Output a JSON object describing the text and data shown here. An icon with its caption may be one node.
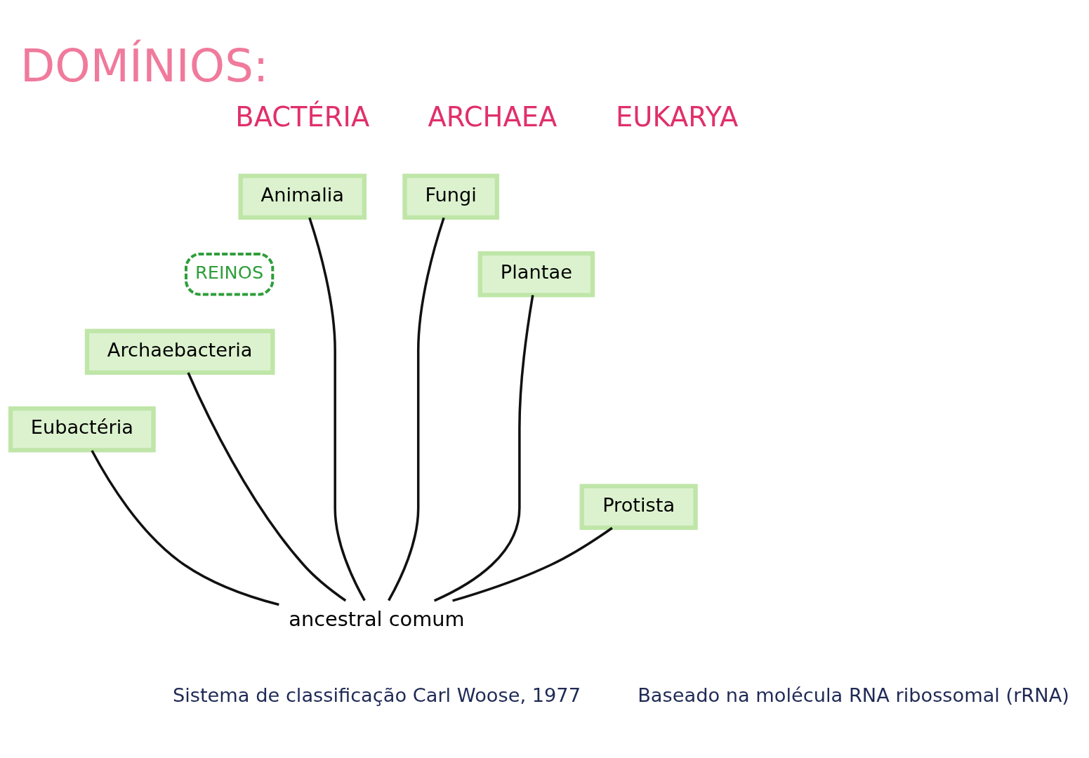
{
  "diagram": {
    "title": "DOMÍNIOS:",
    "nodes": [
      {
        "text": [
          "REINOS"
        ]
      },
      {
        "text": [
          "Eubactéria"
        ]
      },
      {
        "text": [
          "Archaebacteria"
        ]
      },
      {
        "text": [
          "Animalia"
        ]
      },
      {
        "text": [
          "Fungi"
        ]
      },
      {
        "text": [
          "Plantae"
        ]
      },
      {
        "text": [
          "Protista"
        ]
      },
      {
        "text": [
          "ancestral comum"
        ]
      }
    ],
    "edges": [
      {
        "from": 7,
        "to": 1,
        "arrow": "none"
      },
      {
        "from": 7,
        "to": 2,
        "arrow": "none"
      },
      {
        "from": 7,
        "to": 3,
        "arrow": "none"
      },
      {
        "from": 7,
        "to": 4,
        "arrow": "none"
      },
      {
        "from": 7,
        "to": 5,
        "arrow": "none"
      },
      {
        "from": 7,
        "to": 6,
        "arrow": "none"
      }
    ],
    "labels": [
      "BACTÉRIA",
      "ARCHAEA",
      "EUKARYA",
      "Sistema de classificação Carl Woose, 1977",
      "Baseado na molécula RNA ribossomal (rRNA)"
    ]
  }
}
